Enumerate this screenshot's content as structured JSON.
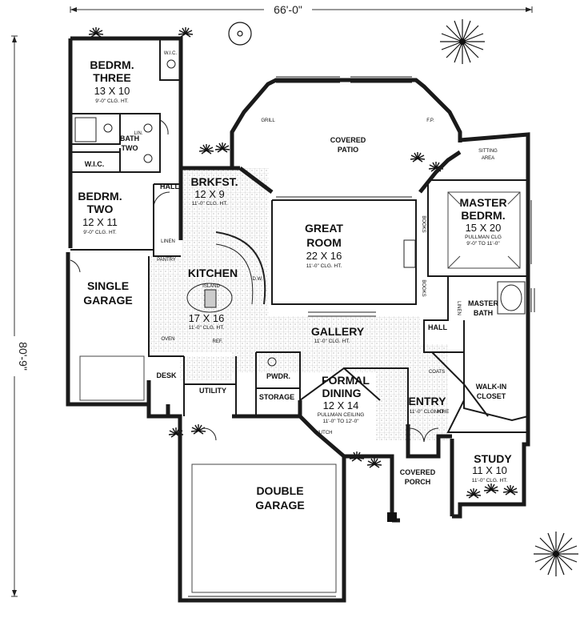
{
  "dimensions": {
    "width_label": "66'-0\"",
    "depth_label": "80'-9\""
  },
  "rooms": {
    "bedroom_three": {
      "name_line1": "BEDRM.",
      "name_line2": "THREE",
      "size": "13 X 10",
      "note": "9'-0\" CLG. HT."
    },
    "bath_two": {
      "name_line1": "BATH",
      "name_line2": "TWO"
    },
    "bedroom_two": {
      "name_line1": "BEDRM.",
      "name_line2": "TWO",
      "size": "12 X 11",
      "note": "9'-0\" CLG. HT."
    },
    "single_garage": {
      "name_line1": "SINGLE",
      "name_line2": "GARAGE"
    },
    "breakfast": {
      "name": "BRKFST.",
      "size": "12 X 9",
      "note": "11'-0\" CLG. HT."
    },
    "kitchen": {
      "name": "KITCHEN",
      "size": "17 X 16",
      "note": "11'-0\" CLG. HT."
    },
    "great_room": {
      "name_line1": "GREAT",
      "name_line2": "ROOM",
      "size": "22 X 16",
      "note": "11'-0\" CLG. HT."
    },
    "covered_patio": {
      "name_line1": "COVERED",
      "name_line2": "PATIO"
    },
    "sitting_area": {
      "name_line1": "SITTING",
      "name_line2": "AREA"
    },
    "master_bedroom": {
      "name_line1": "MASTER",
      "name_line2": "BEDRM.",
      "size": "15 X 20",
      "note_line1": "PULLMAN CLG",
      "note_line2": "9'-0\" TO 11'-0\""
    },
    "master_bath": {
      "name_line1": "MASTER",
      "name_line2": "BATH"
    },
    "walk_in_closet": {
      "name_line1": "WALK-IN",
      "name_line2": "CLOSET"
    },
    "gallery": {
      "name": "GALLERY",
      "note": "11'-0\" CLG. HT."
    },
    "formal_dining": {
      "name_line1": "FORMAL",
      "name_line2": "DINING",
      "size": "12 X 14",
      "note_line1": "PULLMAN CEILING",
      "note_line2": "11'-0\" TO 12'-0\""
    },
    "entry": {
      "name": "ENTRY",
      "note": "11'-0\" CLG. HT."
    },
    "study": {
      "name": "STUDY",
      "size": "11 X 10",
      "note": "11'-0\" CLG. HT."
    },
    "covered_porch": {
      "name_line1": "COVERED",
      "name_line2": "PORCH"
    },
    "double_garage": {
      "name_line1": "DOUBLE",
      "name_line2": "GARAGE"
    },
    "utility": {
      "name": "UTILITY"
    },
    "storage": {
      "name": "STORAGE"
    },
    "powder": {
      "name": "PWDR."
    },
    "desk": {
      "name": "DESK"
    },
    "hall_bedrooms": {
      "name": "HALL"
    },
    "hall_master": {
      "name": "HALL"
    },
    "wic_three": {
      "name": "W.I.C."
    },
    "wic_two": {
      "name": "W.I.C."
    },
    "pantry": {
      "name": "PANTRY"
    },
    "linen_bedrooms": {
      "name": "LINEN"
    }
  },
  "fixtures": {
    "grill": "GRILL",
    "fireplace": "F.P.",
    "island": "ISLAND",
    "dw": "D.W.",
    "oven": "OVEN",
    "ref": "REF.",
    "books_upper": "BOOKS",
    "books_lower": "BOOKS",
    "linen_master": "LINEN",
    "coats": "COATS",
    "niche": "NICHE",
    "hutch": "HUTCH",
    "lin_bath": "LIN."
  }
}
